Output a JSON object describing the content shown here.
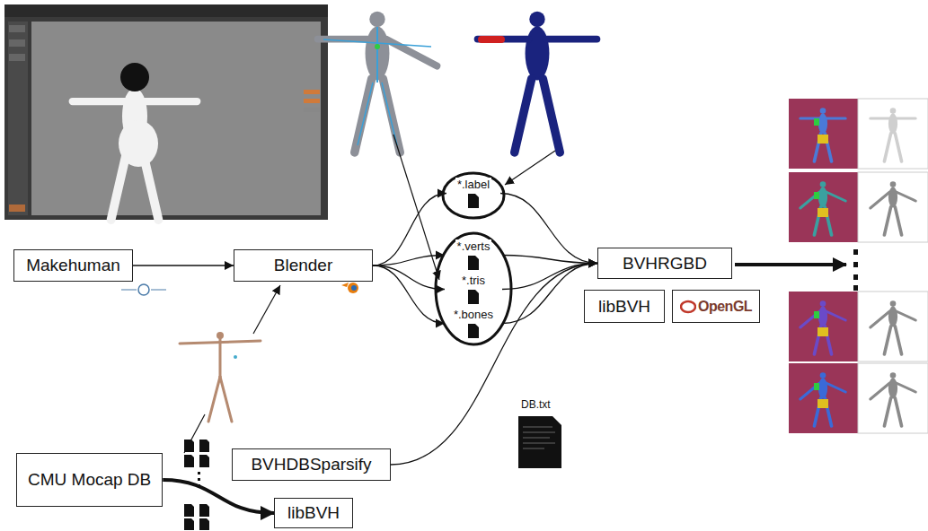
{
  "diagram": {
    "nodes": [
      {
        "text": [
          "Makehuman"
        ]
      },
      {
        "text": [
          "Blender"
        ]
      },
      {
        "text": [
          "*.label"
        ]
      },
      {
        "text": [
          "*.verts"
        ]
      },
      {
        "text": [
          "*.tris"
        ]
      },
      {
        "text": [
          "*.bones"
        ]
      },
      {
        "text": [
          "BVHRGBD"
        ]
      },
      {
        "text": [
          "libBVH"
        ]
      },
      {
        "text": [
          "OpenGL"
        ]
      },
      {
        "text": [
          "CMU Mocap DB"
        ]
      },
      {
        "text": [
          "BVHDBSparsify"
        ]
      },
      {
        "text": [
          "libBVH"
        ]
      }
    ],
    "edges": [
      {
        "from": 0,
        "to": 1,
        "arrow": "to"
      },
      {
        "from": 1,
        "to": 2,
        "arrow": "to"
      },
      {
        "from": 1,
        "to": 3,
        "arrow": "to"
      },
      {
        "from": 1,
        "to": 4,
        "arrow": "to"
      },
      {
        "from": 1,
        "to": 5,
        "arrow": "to"
      },
      {
        "from": 2,
        "to": 6,
        "arrow": "to"
      },
      {
        "from": 3,
        "to": 6,
        "arrow": "to"
      },
      {
        "from": 4,
        "to": 6,
        "arrow": "to"
      },
      {
        "from": 5,
        "to": 6,
        "arrow": "to"
      },
      {
        "from": 10,
        "to": 6,
        "arrow": "to"
      },
      {
        "from": 9,
        "to": 11,
        "arrow": "to"
      }
    ],
    "labels": [
      "DB.txt"
    ]
  }
}
